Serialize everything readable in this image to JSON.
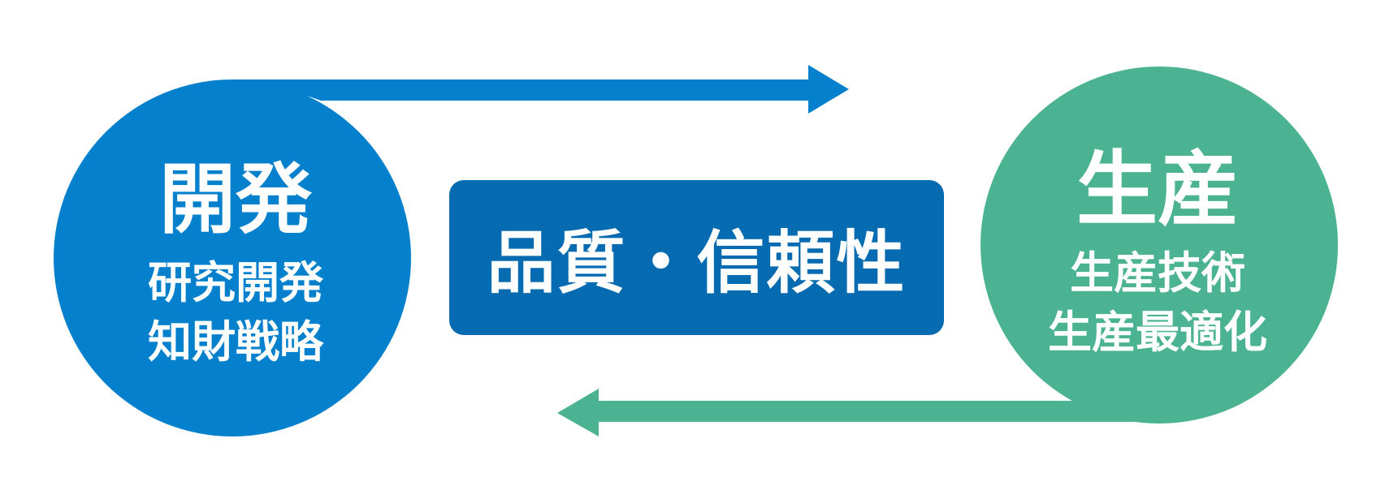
{
  "colors": {
    "development": "#0580cd",
    "center_box": "#066bb0",
    "production": "#4bb391",
    "text": "#ffffff"
  },
  "development": {
    "title": "開発",
    "items": [
      "研究開発",
      "知財戦略"
    ]
  },
  "production": {
    "title": "生産",
    "items": [
      "生産技術",
      "生産最適化"
    ]
  },
  "center": {
    "label": "品質・信頼性"
  }
}
